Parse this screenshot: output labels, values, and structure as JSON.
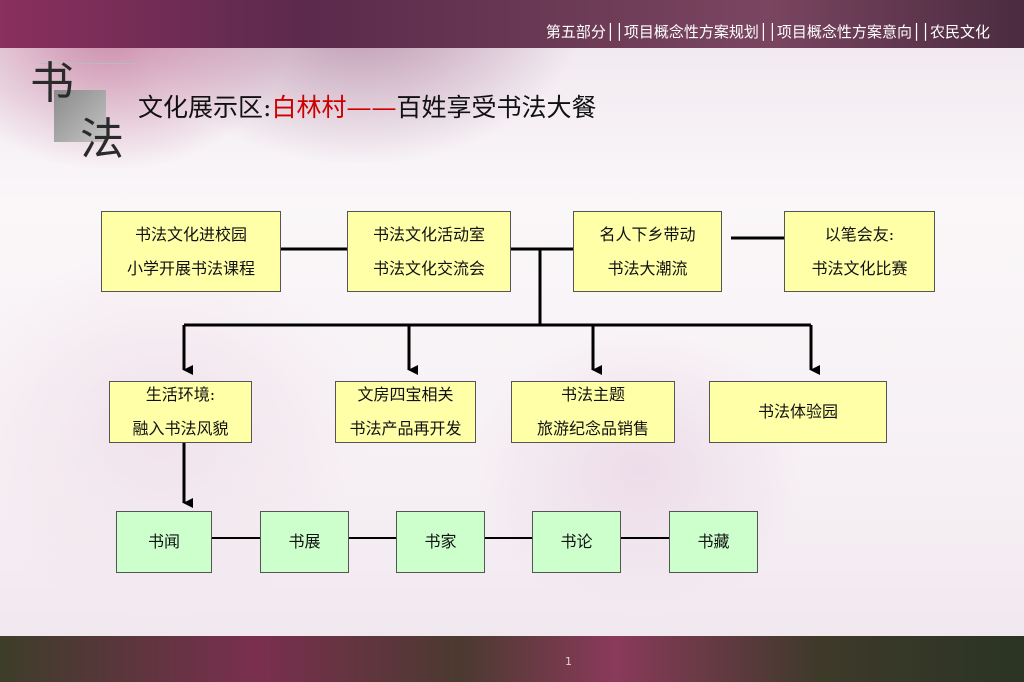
{
  "header": {
    "breadcrumb": "第五部分││项目概念性方案规划││项目概念性方案意向││农民文化"
  },
  "logo": {
    "char1": "书",
    "char2": "法"
  },
  "title": {
    "part1": "文化展示区:",
    "part2": "白林村——",
    "part3": "百姓享受书法大餐"
  },
  "colors": {
    "box_yellow": "#ffffa8",
    "box_green": "#ccffcc",
    "title_red": "#cc0000",
    "connector": "#000000"
  },
  "row1": [
    {
      "line1": "书法文化进校园",
      "line2": "小学开展书法课程"
    },
    {
      "line1": "书法文化活动室",
      "line2": "书法文化交流会"
    },
    {
      "line1": "名人下乡带动",
      "line2": "书法大潮流"
    },
    {
      "line1": "以笔会友:",
      "line2": "书法文化比赛"
    }
  ],
  "row2": [
    {
      "line1": "生活环境:",
      "line2": "融入书法风貌"
    },
    {
      "line1": "文房四宝相关",
      "line2": "书法产品再开发"
    },
    {
      "line1": "书法主题",
      "line2": "旅游纪念品销售"
    },
    {
      "line1": "书法体验园",
      "line2": ""
    }
  ],
  "row3": [
    "书闻",
    "书展",
    "书家",
    "书论",
    "书藏"
  ],
  "footer": {
    "page_number": "1"
  }
}
